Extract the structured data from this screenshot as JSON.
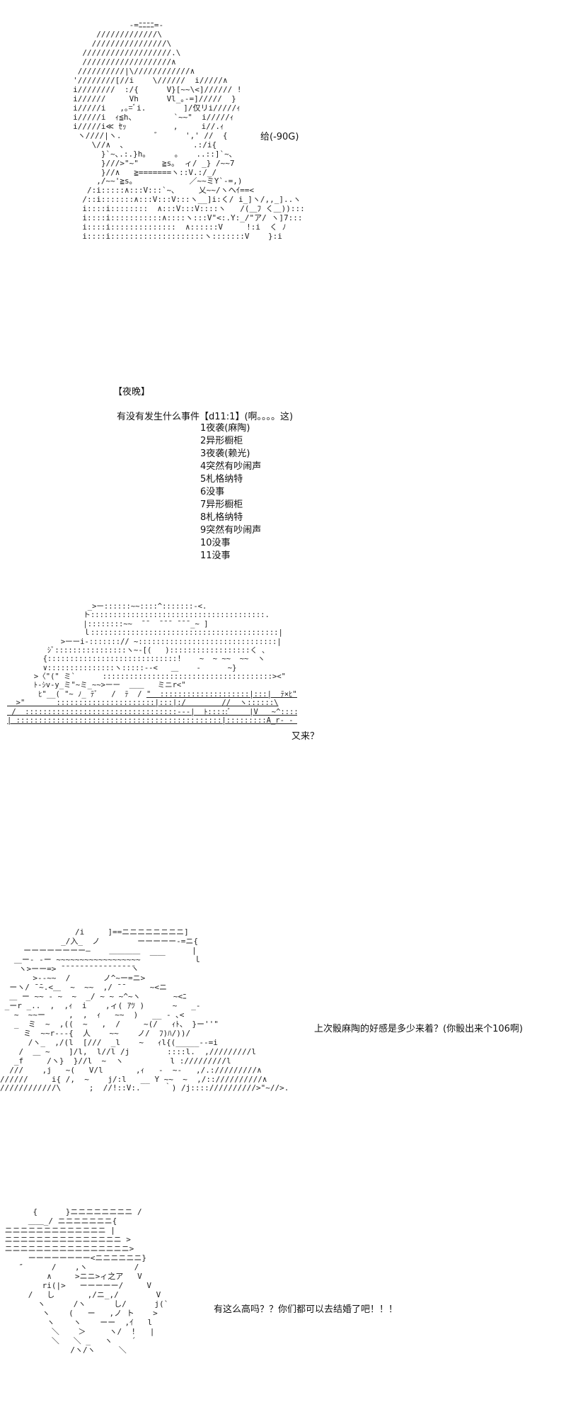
{
  "panel1": {
    "speech": "给(-90G)"
  },
  "night_section": {
    "header": "【夜晚】",
    "event_line": "有没有发生什么事件【d11:1】(啊。。。。这)",
    "events": [
      "1夜袭(麻陶)",
      "2异形橱柜",
      "3夜袭(赖光)",
      "4突然有吵闹声",
      "5札格纳特",
      "6没事",
      "7异形橱柜",
      "8札格纳特",
      "9突然有吵闹声",
      "10没事",
      "11没事"
    ]
  },
  "panel2": {
    "speech": "又来？"
  },
  "panel3": {
    "speech": "上次骰麻陶的好感是多少来着？(你骰出来个106啊)"
  },
  "panel4": {
    "speech": "有这么高吗？？你们都可以去结婚了吧！！！"
  }
}
